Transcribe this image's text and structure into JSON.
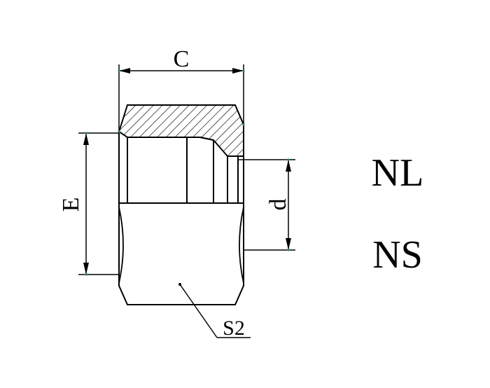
{
  "drawing": {
    "dimensions": {
      "c": "C",
      "e": "E",
      "d": "d",
      "s2": "S2"
    },
    "codes": [
      "NL",
      "NS"
    ],
    "colors": {
      "line": "#000000",
      "accent_dot": "#2e8b57",
      "background": "#ffffff"
    }
  }
}
